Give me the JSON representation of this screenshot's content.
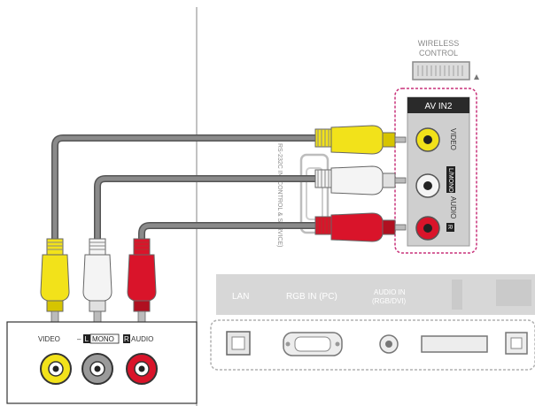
{
  "labels": {
    "wireless_control": [
      "WIRELESS",
      "CONTROL"
    ],
    "av_in2": "AV IN2",
    "panel_video": "VIDEO",
    "panel_mono": "L/MONO",
    "panel_audio": "AUDIO",
    "panel_r": "R",
    "rs232c": "RS-232C IN (CONTROL & SERVICE)",
    "lan": "LAN",
    "rgb_in": "RGB IN (PC)",
    "audio_in": [
      "AUDIO IN",
      "(RGB/DVI)"
    ],
    "bottom_video": "VIDEO",
    "bottom_l": "L",
    "bottom_mono": "MONO",
    "bottom_r": "R",
    "bottom_audio": "AUDIO"
  },
  "colors": {
    "yellow": "#f2e21a",
    "white": "#f4f4f4",
    "red": "#d9142a",
    "cable": "#6e6e6e",
    "dashed_border": "#c8327a",
    "panel_gray": "#d7d7d7"
  }
}
